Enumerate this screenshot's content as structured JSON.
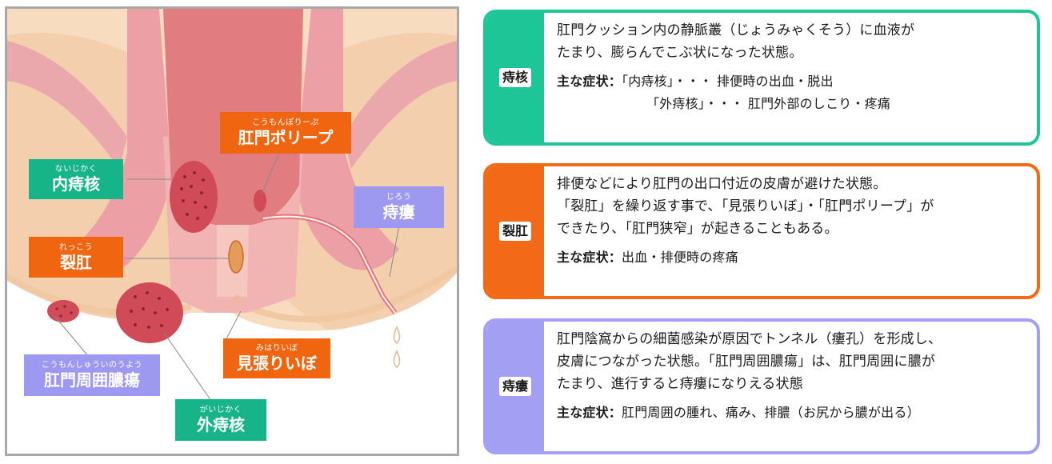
{
  "diagram": {
    "labels": {
      "internal_hemorrhoid": {
        "ruby": "ないじかく",
        "name": "内痔核"
      },
      "anal_polyp": {
        "ruby": "こうもんぽりーぷ",
        "name": "肛門ポリープ"
      },
      "anal_fissure": {
        "ruby": "れっこう",
        "name": "裂肛"
      },
      "anal_fistula": {
        "ruby": "じろう",
        "name": "痔瘻"
      },
      "skin_tag": {
        "ruby": "みはりいぼ",
        "name": "見張りいぼ"
      },
      "perianal_abscess": {
        "ruby": "こうもんしゅういのうよう",
        "name": "肛門周囲膿瘍"
      },
      "external_hemorrhoid": {
        "ruby": "がいじかく",
        "name": "外痔核"
      }
    },
    "colors": {
      "green": "#17b48a",
      "orange": "#f06510",
      "purple": "#9d98f0",
      "tissue": "#f5d9b8",
      "muscle": "#eba4a9",
      "rectum": "#e0767a"
    }
  },
  "cards": [
    {
      "tag": "痔核",
      "color": "#1ec596",
      "lines": [
        "肛門クッション内の静脈叢（じょうみゃくそう）に血液が",
        "たまり、膨らんでこぶ状になった状態。"
      ],
      "symptom_label": "主な症状：",
      "symptoms": [
        "「内痔核」・・・ 排便時の出血・脱出",
        "「外痔核」・・・ 肛門外部のしこり・疼痛"
      ]
    },
    {
      "tag": "裂肛",
      "color": "#f26a17",
      "lines": [
        "排便などにより肛門の出口付近の皮膚が避けた状態。",
        "「裂肛」を繰り返す事で、「見張りいぼ」・「肛門ポリープ」が",
        "できたり、「肛門狭窄」が起きることもある。"
      ],
      "symptom_label": "主な症状：",
      "symptoms": [
        "出血・排便時の疼痛"
      ]
    },
    {
      "tag": "痔瘻",
      "color": "#a39ff2",
      "lines": [
        "肛門陰窩からの細菌感染が原因でトンネル（瘻孔）を形成し、",
        "皮膚につながった状態。「肛門周囲膿瘍」は、肛門周囲に膿が",
        "たまり、進行すると痔瘻になりえる状態"
      ],
      "symptom_label": "主な症状：",
      "symptoms": [
        "肛門周囲の腫れ、痛み、排膿（お尻から膿が出る）"
      ]
    }
  ]
}
